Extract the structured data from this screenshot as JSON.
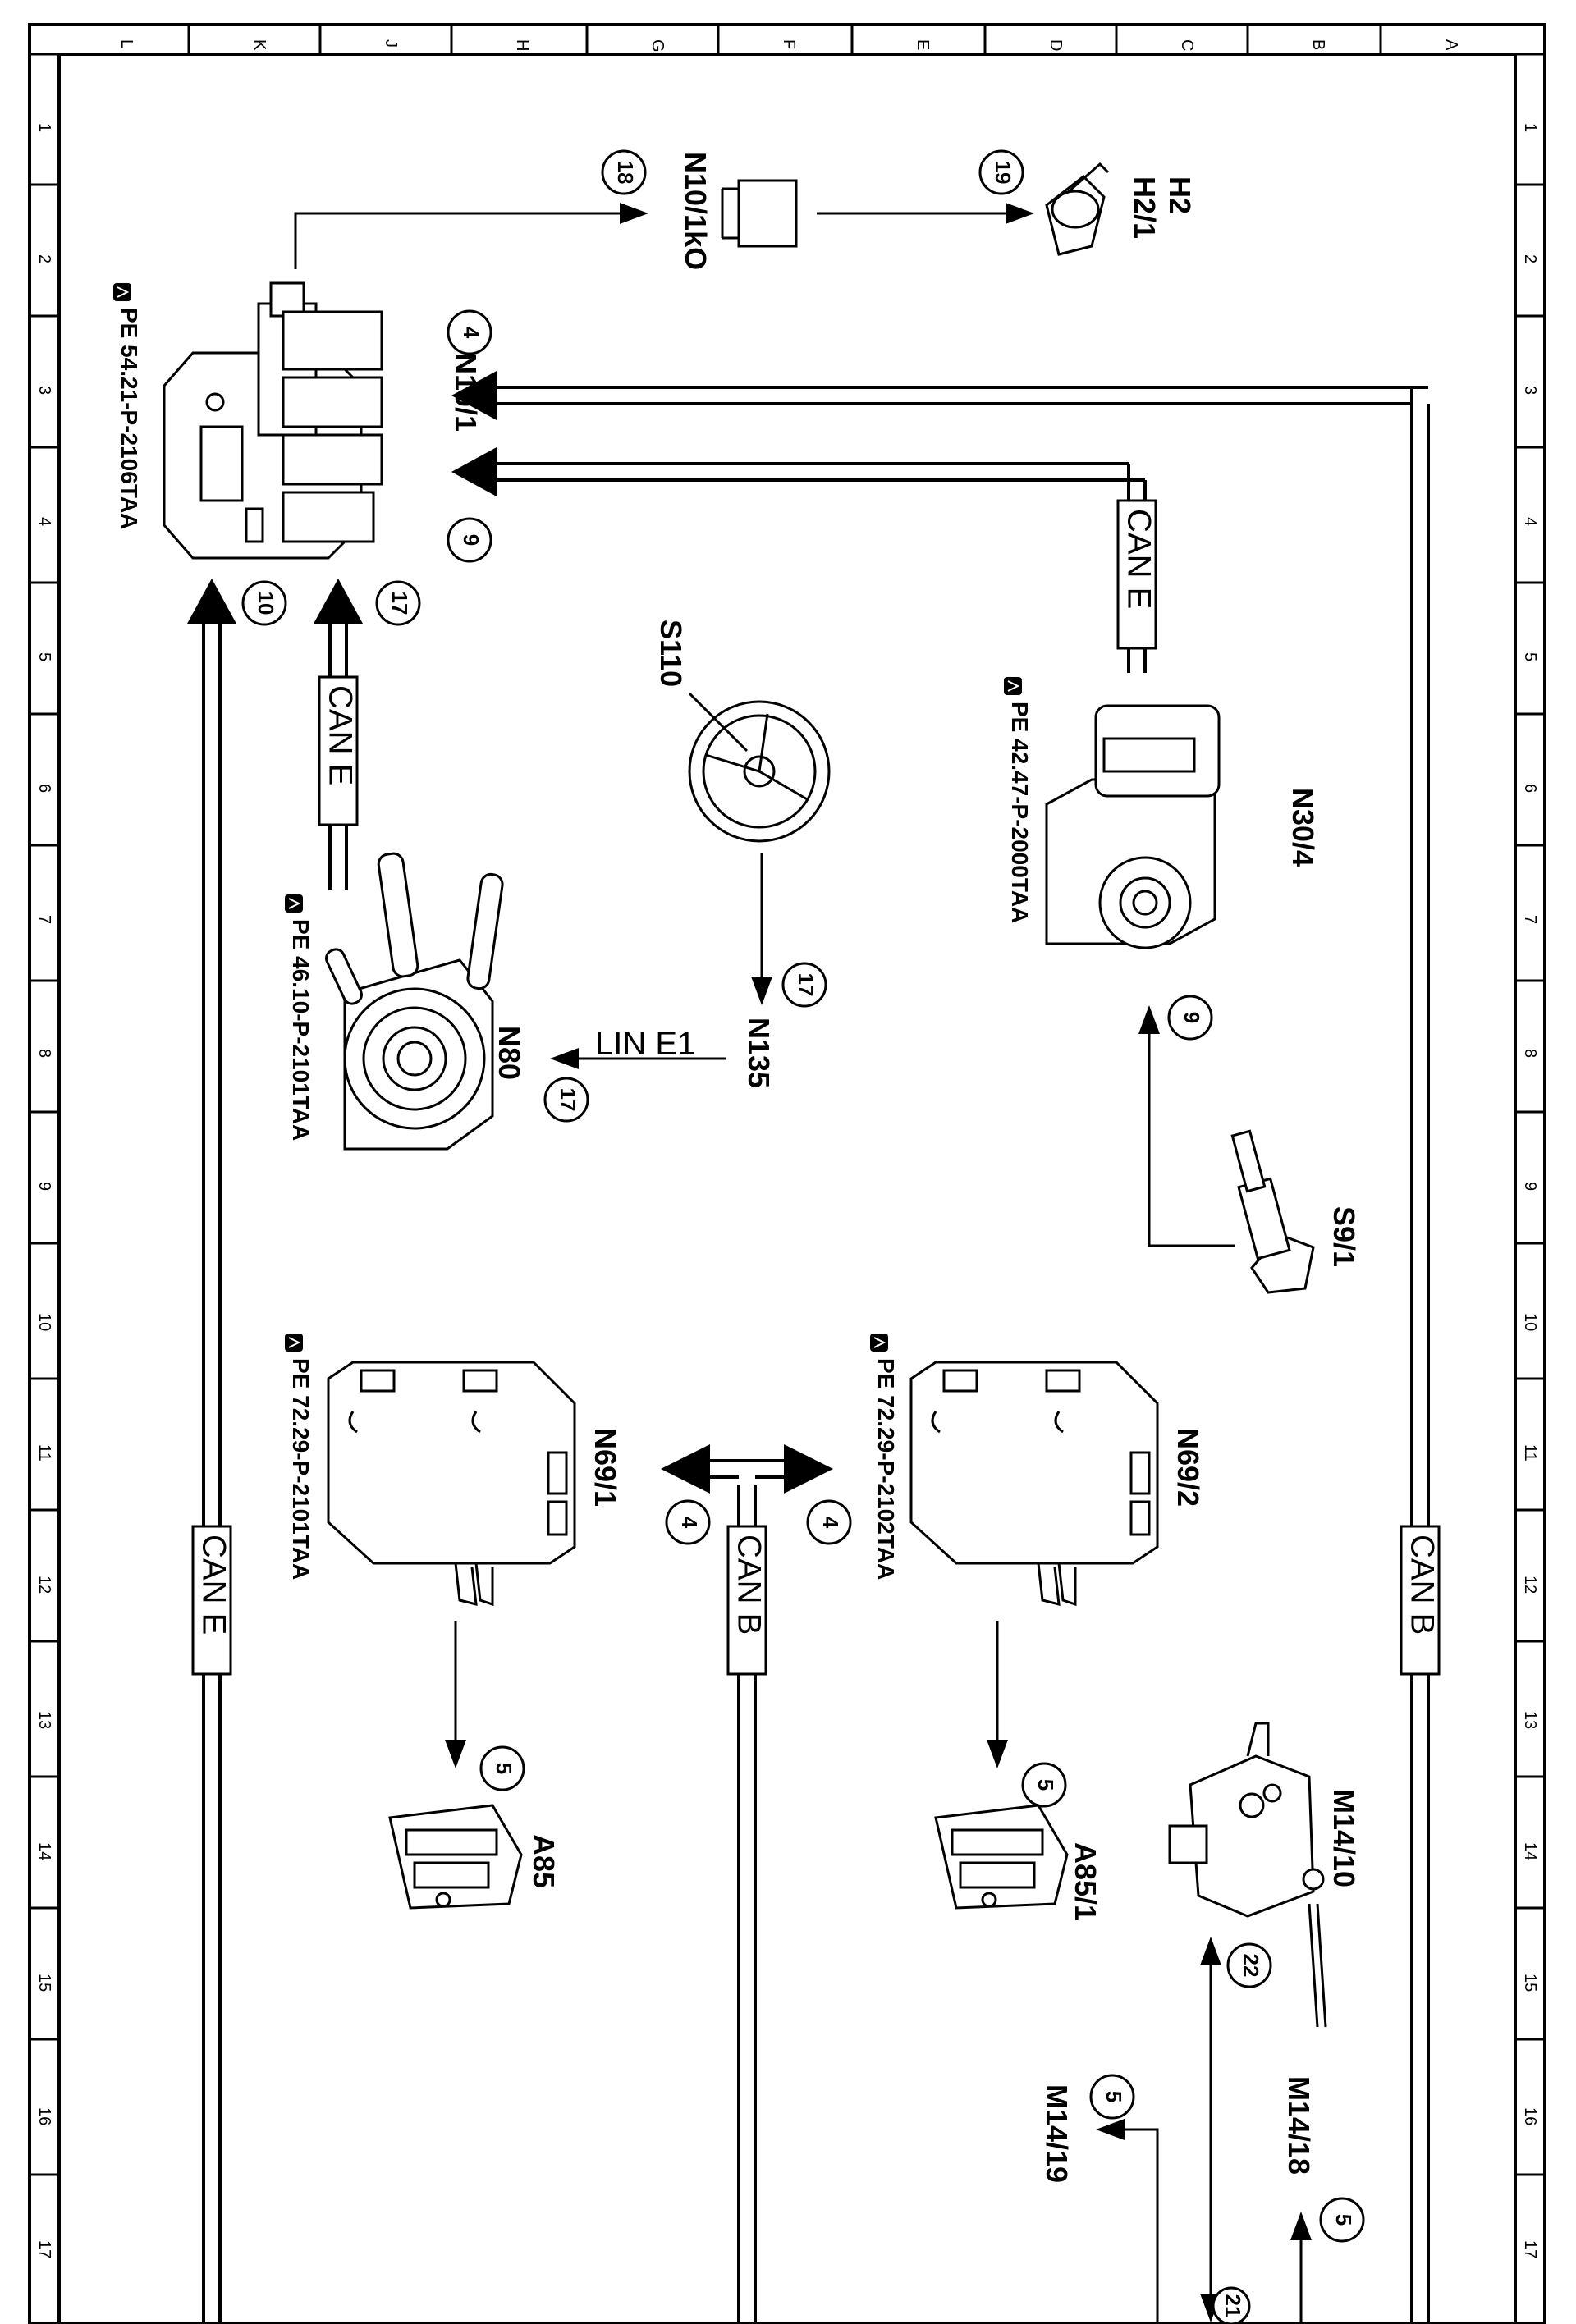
{
  "grid": {
    "columns": [
      "L",
      "K",
      "J",
      "H",
      "G",
      "F",
      "E",
      "D",
      "C",
      "B",
      "A"
    ],
    "rows": [
      "1",
      "2",
      "3",
      "4",
      "5",
      "6",
      "7",
      "8",
      "9",
      "10",
      "11",
      "12",
      "13",
      "14",
      "15",
      "16",
      "17"
    ]
  },
  "labels": {
    "n10_1": "N10/1",
    "n10_1ko": "N10/1kO",
    "h2": "H2",
    "h2_1": "H2/1",
    "n30_4": "N30/4",
    "s110": "S110",
    "n135": "N135",
    "n80": "N80",
    "s9_1": "S9/1",
    "n69_1": "N69/1",
    "n69_2": "N69/2",
    "a85": "A85",
    "a85_1": "A85/1",
    "m14_10": "M14/10",
    "m14_18": "M14/18",
    "m14_19": "M14/19"
  },
  "buses": {
    "can_e": "CAN E",
    "can_b": "CAN B",
    "lin_e1": "LIN E1"
  },
  "refs": {
    "pe_54": "PE 54.21-P-2106TAA",
    "pe_42": "PE 42.47-P-2000TAA",
    "pe_46": "PE 46.10-P-2101TAA",
    "pe_72_1": "PE 72.29-P-2101TAA",
    "pe_72_2": "PE 72.29-P-2102TAA"
  },
  "circles": {
    "c18": "18",
    "c19": "19",
    "c4": "4",
    "c9": "9",
    "c10": "10",
    "c17": "17",
    "c22": "22",
    "c5": "5",
    "c21": "21"
  }
}
